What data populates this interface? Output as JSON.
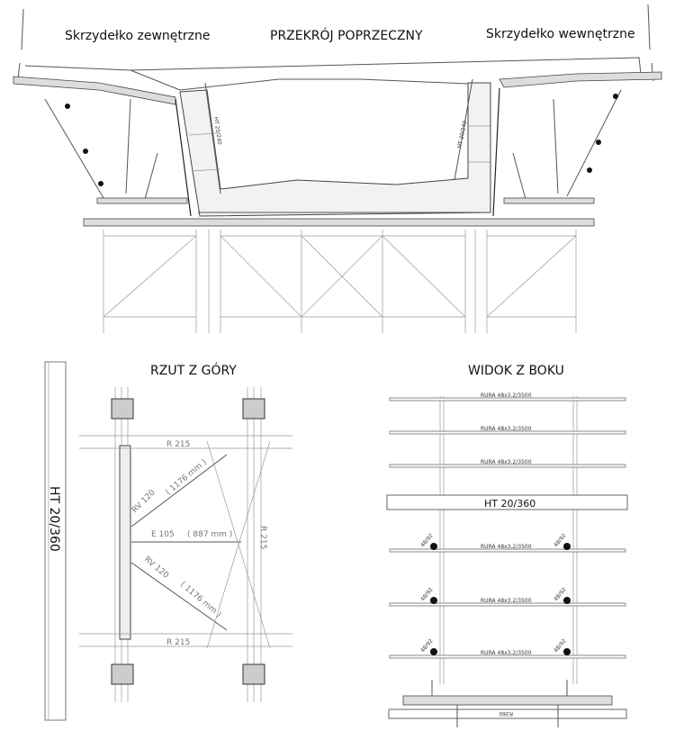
{
  "cross_section": {
    "title": "PRZEKRÓJ POPRZECZNY",
    "left_wing": "Skrzydełko zewnętrzne",
    "right_wing": "Skrzydełko wewnętrzne",
    "web_label_left": "HT 20/240",
    "web_label_right": "HT 20/240"
  },
  "plan_view": {
    "title": "RZUT Z GÓRY",
    "beam_label": "HT 20/360",
    "r_top": "R 215",
    "r_bottom": "R 215",
    "r_side": "R 215",
    "brace_top": "RV 120",
    "brace_top_len": "( 1176 mm )",
    "strut": "E 105",
    "strut_len": "( 887 mm )",
    "brace_bottom": "RV 120",
    "brace_bottom_len": "( 1176 mm )"
  },
  "side_view": {
    "title": "WIDOK Z BOKU",
    "beam_label": "HT 20/360",
    "tubes": [
      "RURA 48x3.2/3500",
      "RURA 48x3.2/3500",
      "RURA 48x3.2/3500",
      "RURA 48x3.2/3500",
      "RURA 48x3.2/3500",
      "RURA 48x3.2/3500"
    ],
    "clamps": [
      "48/92",
      "48/92",
      "48/92",
      "48/92",
      "48/92",
      "48/92"
    ],
    "base_label": "R360"
  }
}
